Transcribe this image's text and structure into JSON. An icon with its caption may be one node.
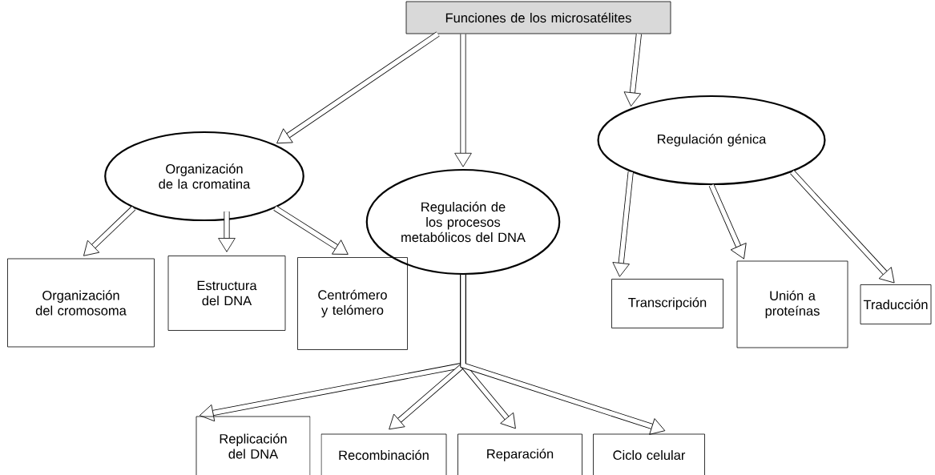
{
  "diagram": {
    "nodes": [
      {
        "text": [
          "Funciones de los microsatélites"
        ]
      },
      {
        "text": [
          "Organización de la cromatina"
        ]
      },
      {
        "text": [
          "Regulación de los procesos metabólicos del DNA"
        ]
      },
      {
        "text": [
          "Regulación génica"
        ]
      },
      {
        "text": [
          "Organización del cromosoma"
        ]
      },
      {
        "text": [
          "Estructura del DNA"
        ]
      },
      {
        "text": [
          "Centrómero y telómero"
        ]
      },
      {
        "text": [
          "Transcripción"
        ]
      },
      {
        "text": [
          "Unión a proteínas"
        ]
      },
      {
        "text": [
          "Traducción"
        ]
      },
      {
        "text": [
          "Replicación del DNA"
        ]
      },
      {
        "text": [
          "Recombinación"
        ]
      },
      {
        "text": [
          "Reparación"
        ]
      },
      {
        "text": [
          "Ciclo celular"
        ]
      }
    ],
    "edges": [
      {
        "from": 0,
        "to": 1,
        "arrow": "to"
      },
      {
        "from": 0,
        "to": 2,
        "arrow": "to"
      },
      {
        "from": 0,
        "to": 3,
        "arrow": "to"
      },
      {
        "from": 1,
        "to": 4,
        "arrow": "to"
      },
      {
        "from": 1,
        "to": 5,
        "arrow": "to"
      },
      {
        "from": 1,
        "to": 6,
        "arrow": "to"
      },
      {
        "from": 3,
        "to": 7,
        "arrow": "to"
      },
      {
        "from": 3,
        "to": 8,
        "arrow": "to"
      },
      {
        "from": 3,
        "to": 9,
        "arrow": "to"
      },
      {
        "from": 2,
        "to": 10,
        "arrow": "to"
      },
      {
        "from": 2,
        "to": 11,
        "arrow": "to"
      },
      {
        "from": 2,
        "to": 12,
        "arrow": "to"
      },
      {
        "from": 2,
        "to": 13,
        "arrow": "to"
      }
    ]
  }
}
